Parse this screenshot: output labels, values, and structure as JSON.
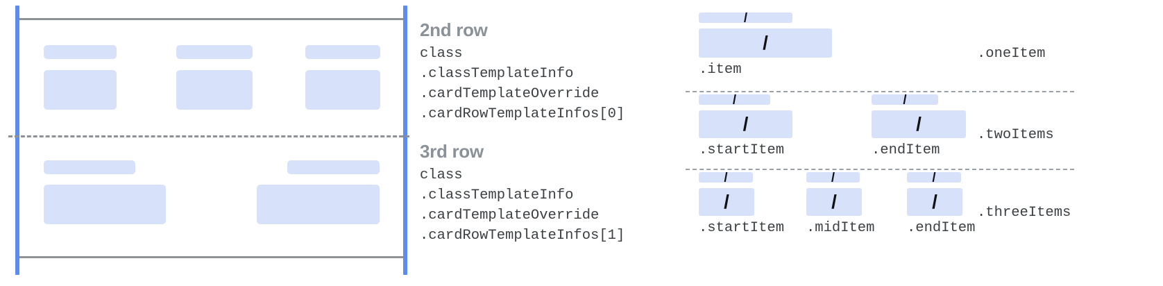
{
  "diagram": {
    "title_hidden": "",
    "colors": {
      "block_fill": "#d7e1f9",
      "blue_guide": "#5b8def",
      "gray_rule": "#8e9297",
      "heading_text": "#8a9198",
      "code_text": "#3c4043",
      "slash_mark": "#101114"
    }
  },
  "card": {
    "rows": [
      {
        "name": "second-row",
        "cells": [
          {
            "title_w": 105,
            "body_w": 105
          },
          {
            "title_w": 110,
            "body_w": 110
          },
          {
            "title_w": 108,
            "body_w": 108
          }
        ]
      },
      {
        "name": "third-row",
        "cells": [
          {
            "title_w": 132,
            "body_w": 176
          },
          {
            "title_w": 133,
            "body_w": 176
          }
        ]
      }
    ]
  },
  "rowBlocks": [
    {
      "heading": "2nd row",
      "lines": [
        "class",
        ".classTemplateInfo",
        ".cardTemplateOverride",
        ".cardRowTemplateInfos[0]"
      ]
    },
    {
      "heading": "3rd row",
      "lines": [
        "class",
        ".classTemplateInfo",
        ".cardTemplateOverride",
        ".cardRowTemplateInfos[1]"
      ]
    }
  ],
  "variants": [
    {
      "label": ".oneItem",
      "items": [
        {
          "caption": ".item",
          "small_w": 135,
          "big_w": 192,
          "big_h": 42,
          "slash": "/"
        }
      ]
    },
    {
      "label": ".twoItems",
      "items": [
        {
          "caption": ".startItem",
          "small_w": 103,
          "big_w": 135,
          "big_h": 40,
          "slash": "/"
        },
        {
          "caption": ".endItem",
          "small_w": 96,
          "big_w": 136,
          "big_h": 40,
          "slash": "/"
        }
      ]
    },
    {
      "label": ".threeItems",
      "items": [
        {
          "caption": ".startItem",
          "small_w": 78,
          "big_w": 80,
          "big_h": 40,
          "slash": "/"
        },
        {
          "caption": ".midItem",
          "small_w": 77,
          "big_w": 80,
          "big_h": 40,
          "slash": "/"
        },
        {
          "caption": ".endItem",
          "small_w": 78,
          "big_w": 80,
          "big_h": 40,
          "slash": "/"
        }
      ]
    }
  ]
}
